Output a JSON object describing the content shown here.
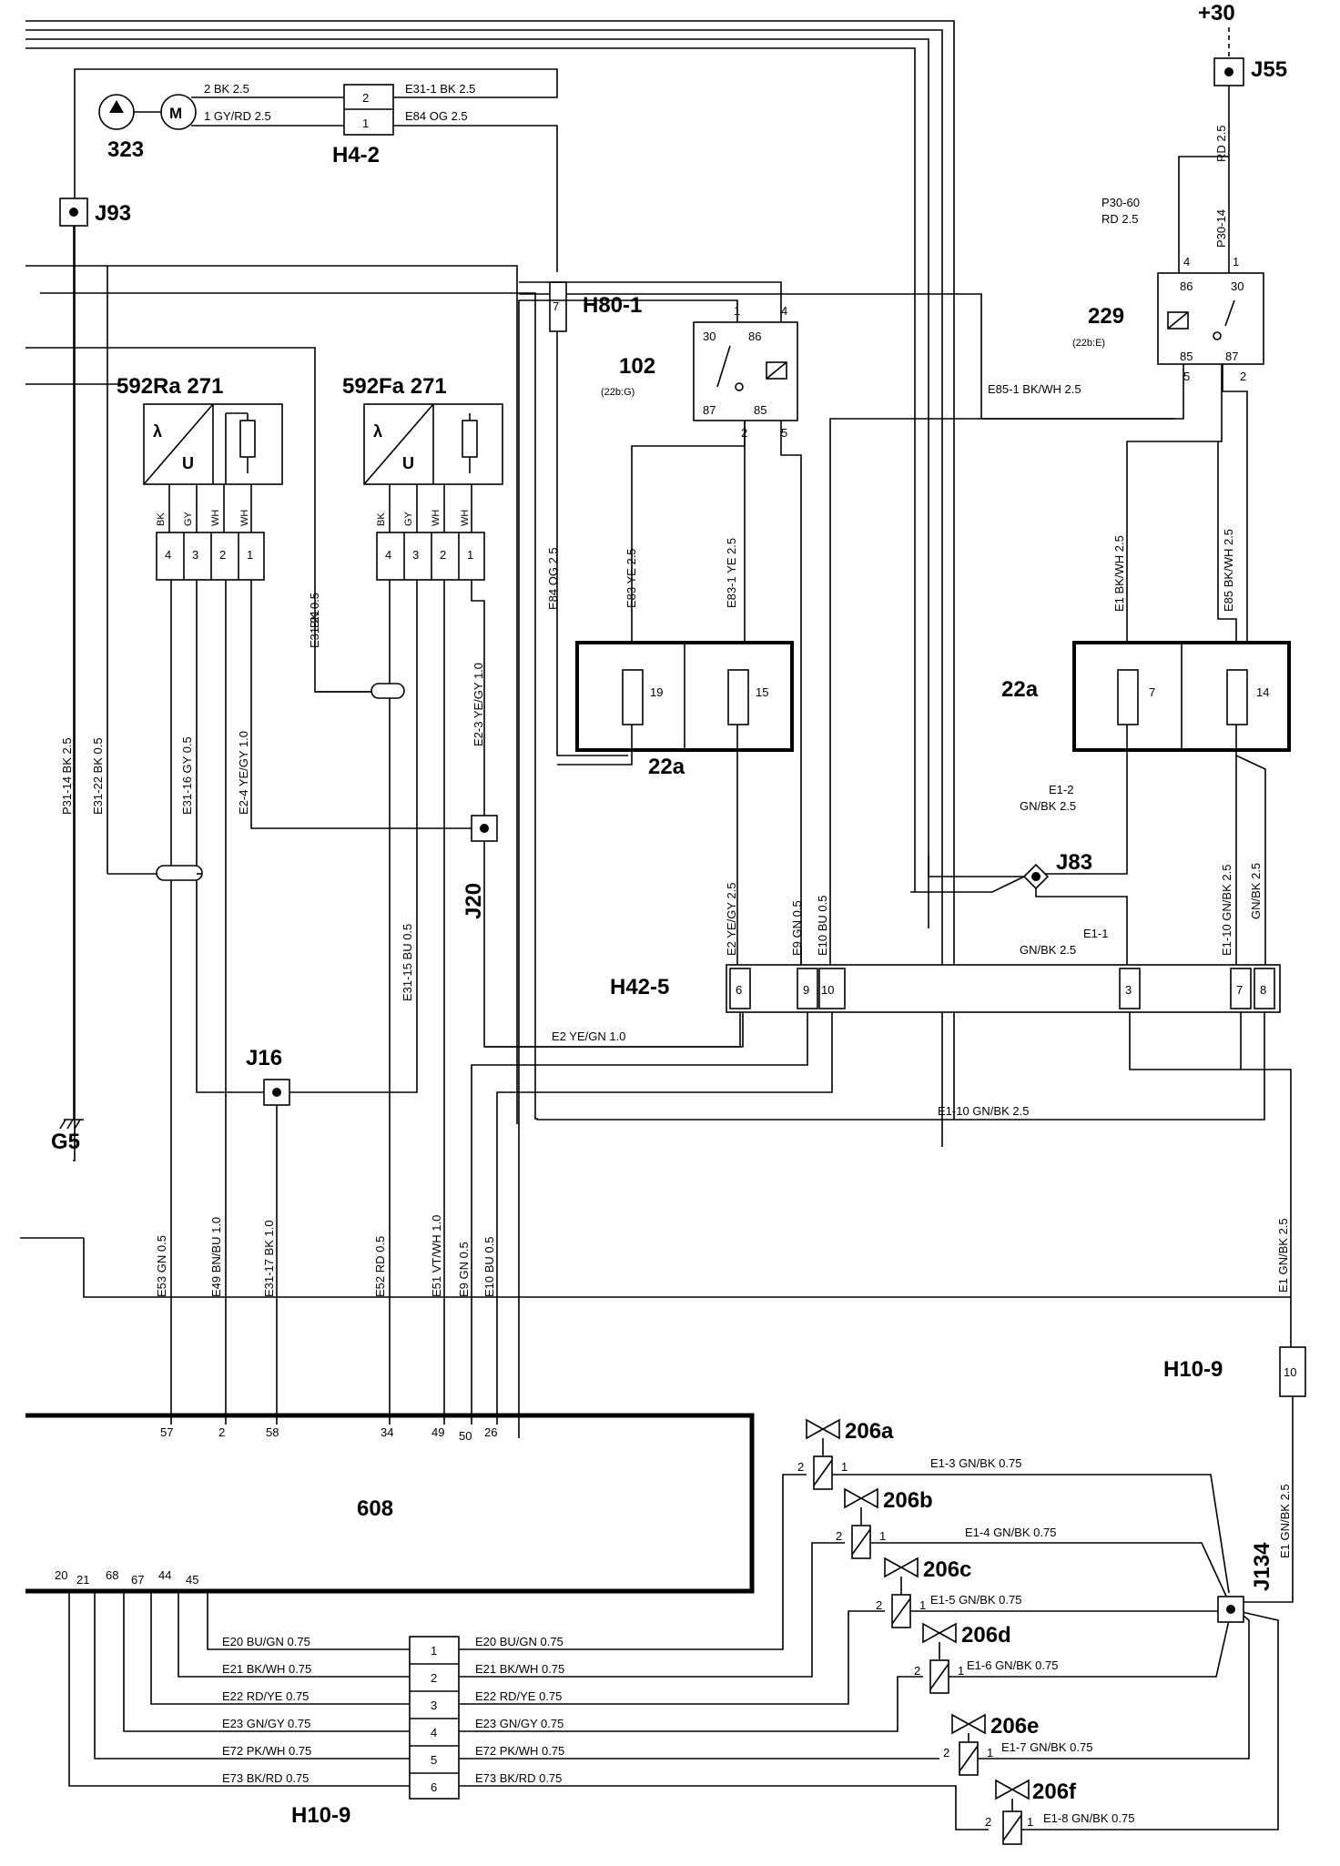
{
  "components": {
    "c323": "323",
    "h4_2": "H4-2",
    "j93": "J93",
    "j55": "J55",
    "plus30": "+30",
    "h80_1": "H80-1",
    "c102": "102",
    "c102_ref": "(22b:G)",
    "c229": "229",
    "c229_ref": "(22b:E)",
    "c592ra": "592Ra 271",
    "c592fa": "592Fa 271",
    "g5": "G5",
    "j16": "J16",
    "j20": "J20",
    "j83": "J83",
    "h42_5": "H42-5",
    "fuse22a_left": "22a",
    "fuse22a_right": "22a",
    "h10_9_top": "H10-9",
    "h10_9_bottom": "H10-9",
    "ecu": "608",
    "j134": "J134",
    "v206a": "206a",
    "v206b": "206b",
    "v206c": "206c",
    "v206d": "206d",
    "v206e": "206e",
    "v206f": "206f"
  },
  "pins": {
    "m_pin2": "2",
    "m_pin1": "1",
    "h4_p2": "2",
    "h4_p1": "1",
    "h80_p7": "7",
    "r102_1": "1",
    "r102_4": "4",
    "r102_30": "30",
    "r102_86": "86",
    "r102_87": "87",
    "r102_85": "85",
    "r102_2": "2",
    "r102_5": "5",
    "r229_4": "4",
    "r229_1": "1",
    "r229_86": "86",
    "r229_30": "30",
    "r229_85": "85",
    "r229_87": "87",
    "r229_5": "5",
    "r229_2": "2",
    "ra_4": "4",
    "ra_3": "3",
    "ra_2": "2",
    "ra_1": "1",
    "fa_4": "4",
    "fa_3": "3",
    "fa_2": "2",
    "fa_1": "1",
    "ra_bk": "BK",
    "ra_gy": "GY",
    "ra_wh1": "WH",
    "ra_wh2": "WH",
    "fa_bk": "BK",
    "fa_gy": "GY",
    "fa_wh1": "WH",
    "fa_wh2": "WH",
    "fuse19": "19",
    "fuse15": "15",
    "fuse7": "7",
    "fuse14": "14",
    "h42_6": "6",
    "h42_9": "9",
    "h42_10": "10",
    "h42_3": "3",
    "h42_7": "7",
    "h42_8": "8",
    "h10_10": "10",
    "ecu_57": "57",
    "ecu_2": "2",
    "ecu_58": "58",
    "ecu_34": "34",
    "ecu_49": "49",
    "ecu_50": "50",
    "ecu_26": "26",
    "ecu_20": "20",
    "ecu_21": "21",
    "ecu_68": "68",
    "ecu_67": "67",
    "ecu_44": "44",
    "ecu_45": "45",
    "h109_1": "1",
    "h109_2": "2",
    "h109_3": "3",
    "h109_4": "4",
    "h109_5": "5",
    "h109_6": "6",
    "va_2": "2",
    "va_1": "1",
    "vb_2": "2",
    "vb_1": "1",
    "vc_2": "2",
    "vc_1": "1",
    "vd_2": "2",
    "vd_1": "1",
    "ve_2": "2",
    "ve_1": "1",
    "vf_2": "2",
    "vf_1": "1",
    "lambda_a": "λ",
    "u_a": "U",
    "lambda_f": "λ",
    "u_f": "U"
  },
  "wires": {
    "w323_2": "2 BK 2.5",
    "w323_1": "1 GY/RD 2.5",
    "e31_1": "E31-1 BK 2.5",
    "e84": "E84 OG 2.5",
    "rd25": "RD 2.5",
    "p30_60": "P30-60",
    "p30_60_rd": "RD 2.5",
    "p30_14": "P30-14",
    "e85_1": "E85-1 BK/WH 2.5",
    "bk05": "BK 0.5",
    "e31_21": "E31-21",
    "e84_v": "E84 OG 2.5",
    "e83": "E83 YE 2.5",
    "e83_1": "E83-1 YE 2.5",
    "e1_v": "E1 BK/WH 2.5",
    "e85_v": "E85 BK/WH 2.5",
    "p31_14": "P31-14 BK 2.5",
    "e31_22": "E31-22 BK 0.5",
    "e31_16": "E31-16 GY 0.5",
    "e2_4": "E2-4 YE/GY 1.0",
    "e2_3": "E2-3 YE/GY 1.0",
    "e31_15": "E31-15 BU 0.5",
    "e2_ye": "E2 YE/GY 2.5",
    "e9_gn": "E9 GN 0.5",
    "e10_bu": "E10 BU 0.5",
    "e1_2": "E1-2",
    "e1_2c": "GN/BK 2.5",
    "e1_1": "E1-1",
    "e1_1c": "GN/BK 2.5",
    "e1_10_v": "E1-10 GN/BK 2.5",
    "gnbk_v": "GN/BK 2.5",
    "e2_h": "E2 YE/GN 1.0",
    "e1_10_h": "E1-10 GN/BK 2.5",
    "e1_gnbk": "E1 GN/BK 2.5",
    "e53": "E53 GN 0.5",
    "e49": "E49 BN/BU 1.0",
    "e31_17": "E31-17 BK 1.0",
    "e52": "E52 RD 0.5",
    "e51": "E51 VT/WH 1.0",
    "e9": "E9 GN 0.5",
    "e10": "E10 BU 0.5",
    "e1_lower": "E1 GN/BK 2.5",
    "e1_3": "E1-3 GN/BK 0.75",
    "e1_4": "E1-4 GN/BK 0.75",
    "e1_5": "E1-5 GN/BK 0.75",
    "e1_6": "E1-6 GN/BK 0.75",
    "e1_7": "E1-7 GN/BK 0.75",
    "e1_8": "E1-8 GN/BK 0.75",
    "e20_l": "E20 BU/GN 0.75",
    "e21_l": "E21 BK/WH 0.75",
    "e22_l": "E22 RD/YE 0.75",
    "e23_l": "E23 GN/GY 0.75",
    "e72_l": "E72 PK/WH 0.75",
    "e73_l": "E73 BK/RD 0.75",
    "e20_r": "E20 BU/GN 0.75",
    "e21_r": "E21 BK/WH 0.75",
    "e22_r": "E22 RD/YE 0.75",
    "e23_r": "E23 GN/GY 0.75",
    "e72_r": "E72 PK/WH 0.75",
    "e73_r": "E73 BK/RD 0.75"
  }
}
